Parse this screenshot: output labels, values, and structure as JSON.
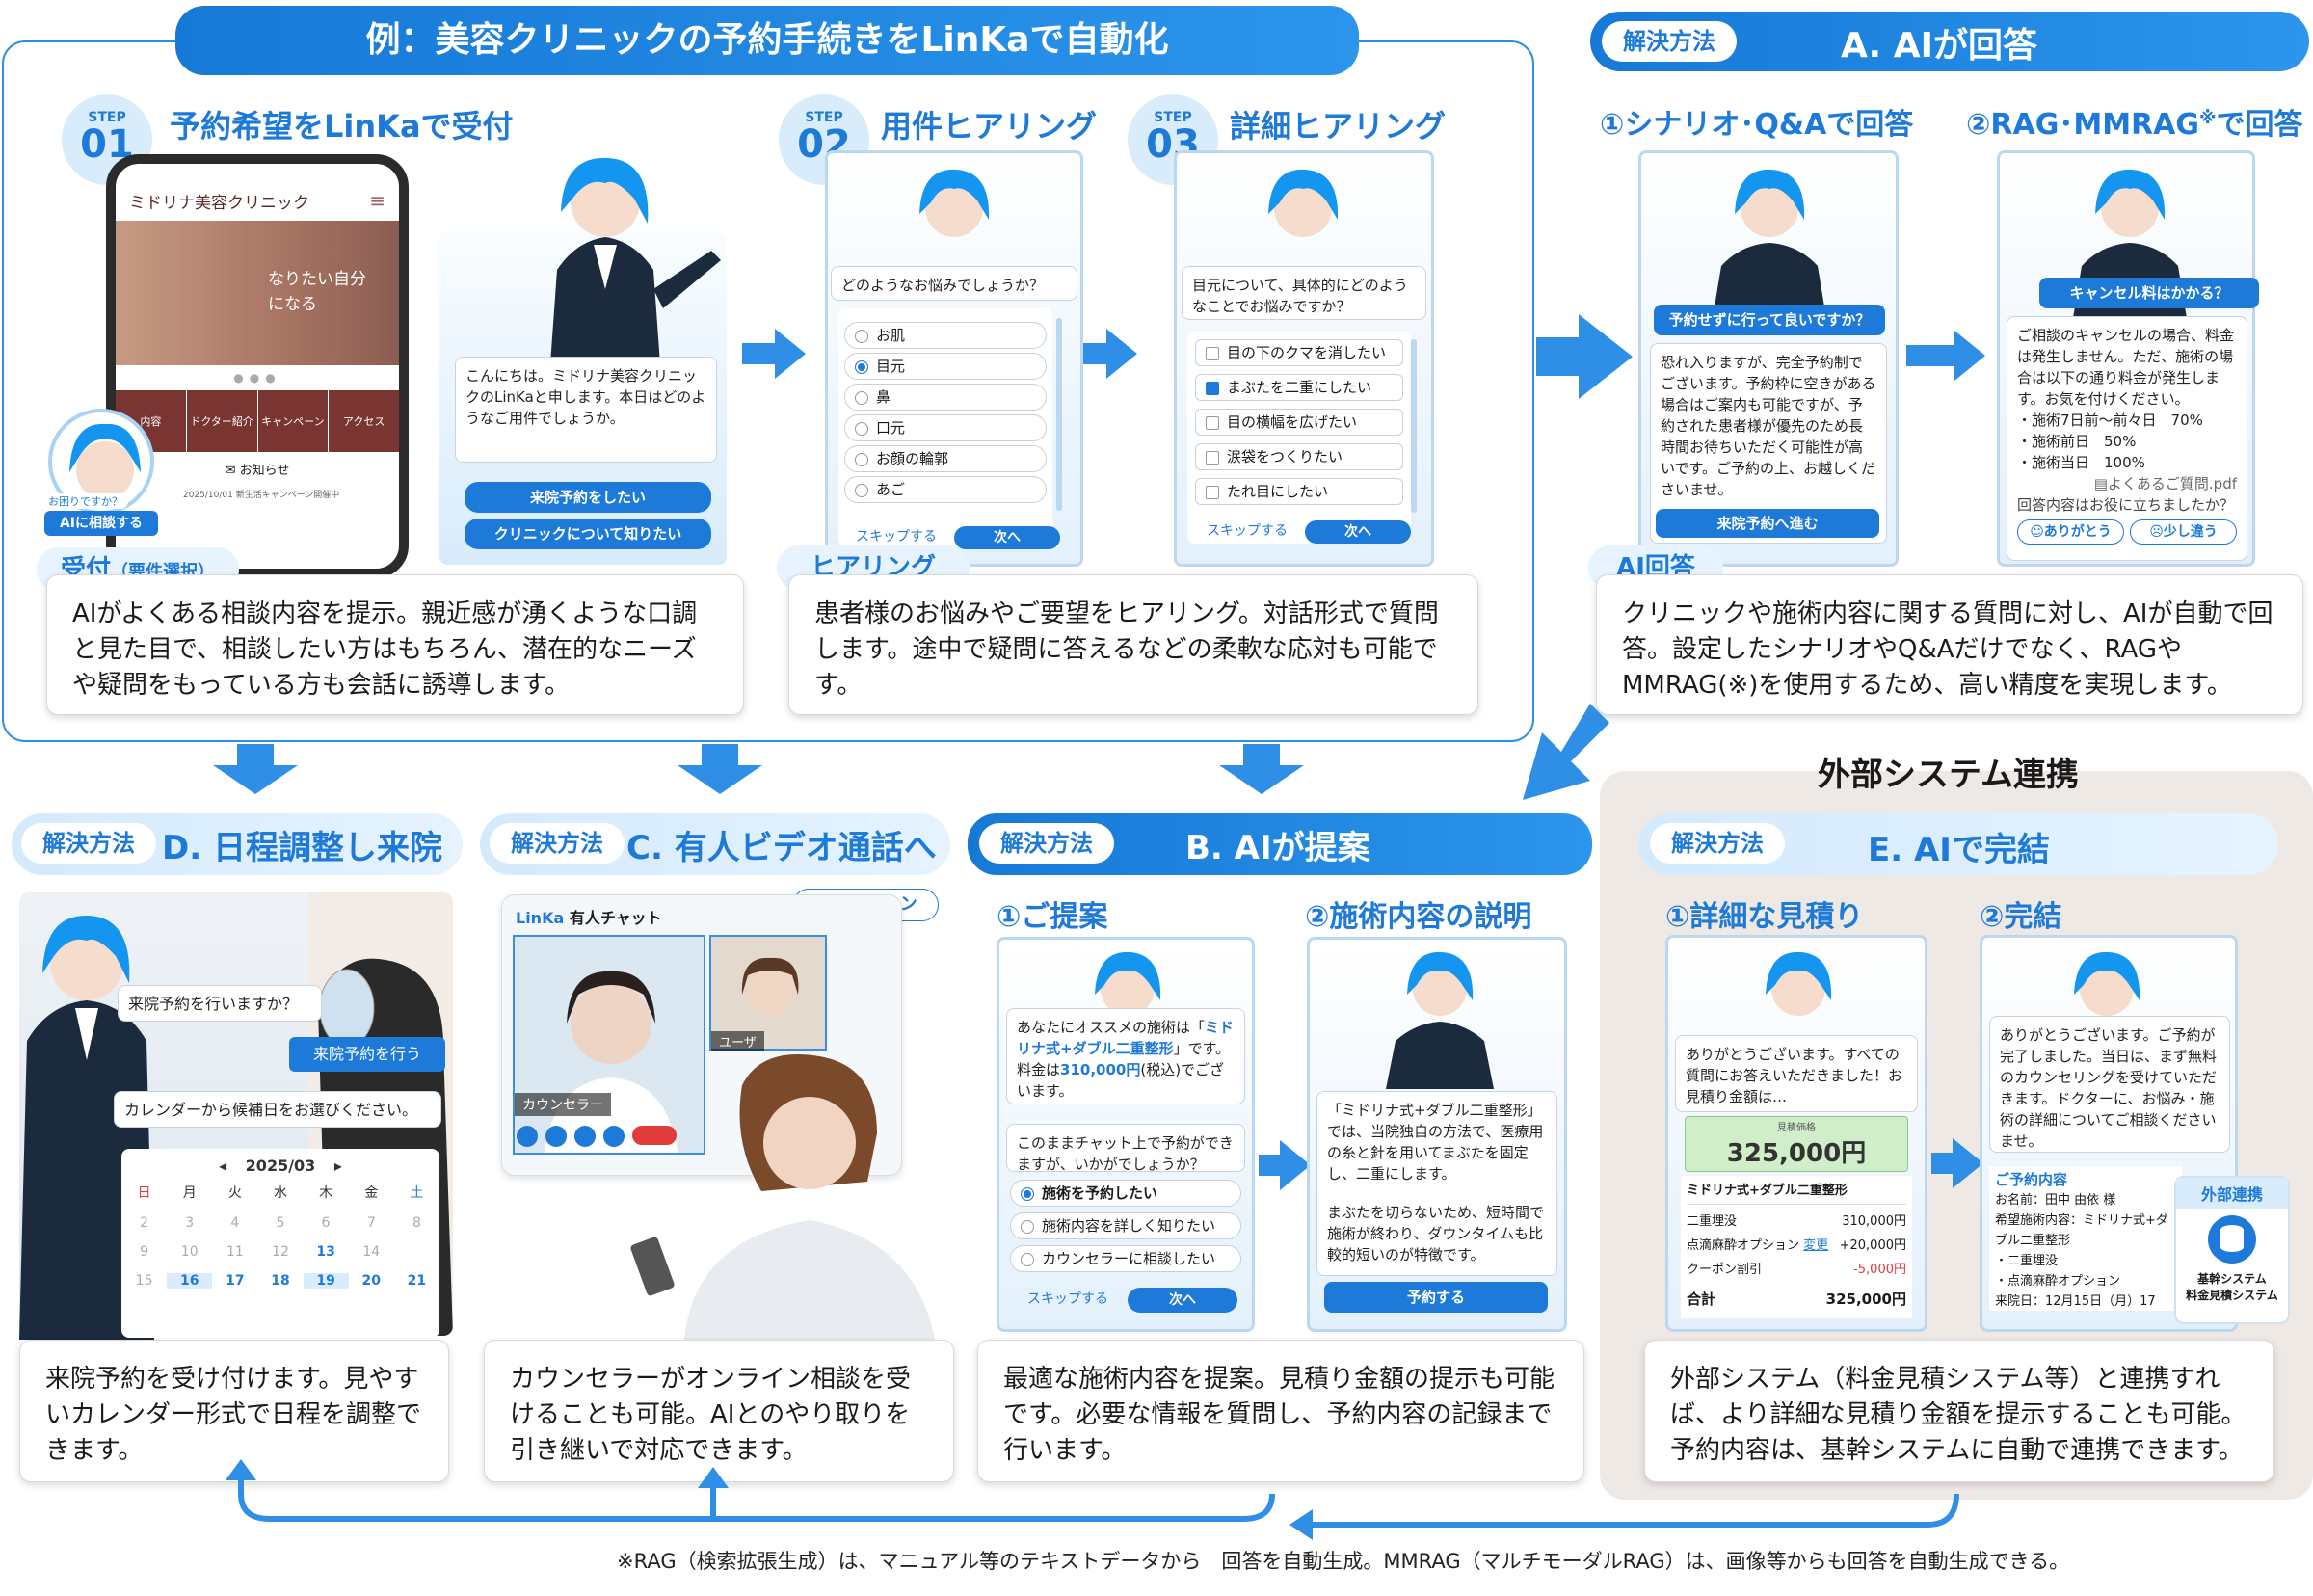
{
  "main_title": "例：美容クリニックの予約手続きをLinKaで自動化",
  "step_label": "STEP",
  "step1": {
    "num": "01",
    "title": "予約希望をLinKaで受付",
    "tag": "受付",
    "tag_sub": "（要件選択）",
    "desc": "AIがよくある相談内容を提示。親近感が湧くような口調と見た目で、相談したい方はもちろん、潜在的なニーズや疑問をもっている方も会話に誘導します。"
  },
  "phone": {
    "clinic": "ミドリナ美容クリニック",
    "hero": "なりたい自分になる",
    "menu": [
      "内容",
      "ドクター紹介",
      "キャンペーン",
      "アクセス"
    ],
    "news": "お知らせ",
    "news_date": "2025/10/01",
    "news_text": "新生活キャンペーン開催中",
    "consult_tag": "お困りですか？",
    "ai_consult": "AIに相談する"
  },
  "greet": {
    "text": "こんにちは。ミドリナ美容クリニックのLinKaと申します。本日はどのようなご用件でしょうか。",
    "btn1": "来院予約をしたい",
    "btn2": "クリニックについて知りたい"
  },
  "step2": {
    "num": "02",
    "title": "用件ヒアリング",
    "question": "どのようなお悩みでしょうか？",
    "options": [
      "お肌",
      "目元",
      "鼻",
      "口元",
      "お顔の輪郭",
      "あご"
    ],
    "skip": "スキップする",
    "next": "次へ",
    "tag": "ヒアリング",
    "desc": "患者様のお悩みやご要望をヒアリング。対話形式で質問します。途中で疑問に答えるなどの柔軟な応対も可能です。"
  },
  "step3": {
    "num": "03",
    "title": "詳細ヒアリング",
    "question": "目元について、具体的にどのようなことでお悩みですか？",
    "options": [
      "目の下のクマを消したい",
      "まぶたを二重にしたい",
      "目の横幅を広げたい",
      "涙袋をつくりたい",
      "たれ目にしたい"
    ],
    "skip": "スキップする",
    "next": "次へ"
  },
  "solA": {
    "tag": "解決方法",
    "title": "A. AIが回答",
    "sub1": "①シナリオ･Q&Aで回答",
    "sub2_a": "②RAG･MMRAG",
    "sub2_mark": "※",
    "sub2_b": "で回答",
    "q1": "予約せずに行って良いですか？",
    "a1": "恐れ入りますが、完全予約制でございます。予約枠に空きがある場合はご案内も可能ですが、予約された患者様が優先のため長時間お待ちいただく可能性が高いです。ご予約の上、お越しくださいませ。",
    "a1_btn": "来院予約へ進む",
    "q2": "キャンセル料はかかる？",
    "a2": "ご相談のキャンセルの場合、料金は発生しません。ただ、施術の場合は以下の通り料金が発生します。お気を付けください。",
    "a2_list": [
      "・施術7日前〜前々日　70%",
      "・施術前日　50%",
      "・施術当日　100%"
    ],
    "a2_file": "よくあるご質問.pdf",
    "a2_ask": "回答内容はお役に立ちましたか？",
    "a2_yes": "ありがとう",
    "a2_no": "少し違う",
    "ai_tag": "AI回答",
    "desc": "クリニックや施術内容に関する質問に対し、AIが自動で回答。設定したシナリオやQ&Aだけでなく、RAGやMMRAG(※)を使用するため、高い精度を実現します。"
  },
  "ext_title": "外部システム連携",
  "solB": {
    "tag": "解決方法",
    "title": "B. AIが提案",
    "sub1": "①ご提案",
    "sub2": "②施術内容の説明",
    "p1_a": "あなたにオススメの施術は「",
    "p1_b": "ミドリナ式+ダブル二重整形",
    "p1_c": "」です。料金は",
    "p1_d": "310,000円",
    "p1_e": "(税込)でございます。",
    "q": "このままチャット上で予約ができますが、いかがでしょうか？",
    "options": [
      "施術を予約したい",
      "施術内容を詳しく知りたい",
      "カウンセラーに相談したい"
    ],
    "skip": "スキップする",
    "next": "次へ",
    "p2": "「ミドリナ式+ダブル二重整形」では、当院独自の方法で、医療用の糸と針を用いてまぶたを固定し、二重にします。",
    "p2b": "まぶたを切らないため、短時間で施術が終わり、ダウンタイムも比較的短いのが特徴です。",
    "p2_btn": "予約する",
    "desc": "最適な施術内容を提案。見積り金額の提示も可能です。必要な情報を質問し、予約内容の記録まで行います。"
  },
  "solC": {
    "tag": "解決方法",
    "title": "C. 有人ビデオ通話へ",
    "option": "※オプション",
    "chat_logo": "LinKa",
    "chat_title": "有人チャット",
    "counselor": "カウンセラー",
    "user": "ユーザ",
    "desc": "カウンセラーがオンライン相談を受けることも可能。AIとのやり取りを引き継いで対応できます。"
  },
  "solD": {
    "tag": "解決方法",
    "title": "D. 日程調整し来院",
    "q": "来院予約を行いますか？",
    "a": "来院予約を行う",
    "cal_msg": "カレンダーから候補日をお選びください。",
    "month": "2025/03",
    "weekdays": [
      "日",
      "月",
      "火",
      "水",
      "木",
      "金",
      "土"
    ],
    "rows": [
      [
        "",
        "",
        "",
        "",
        "",
        "",
        ""
      ],
      [
        "2",
        "3",
        "4",
        "5",
        "6",
        "7",
        "8"
      ],
      [
        "9",
        "10",
        "11",
        "12",
        "13",
        "14",
        ""
      ],
      [
        "15",
        "16",
        "17",
        "18",
        "19",
        "20",
        "21"
      ]
    ],
    "desc": "来院予約を受け付けます。見やすいカレンダー形式で日程を調整できます。"
  },
  "solE": {
    "tag": "解決方法",
    "title": "E. AIで完結",
    "sub1": "①詳細な見積り",
    "sub2": "②完結",
    "e1_msg": "ありがとうございます。すべての質問にお答えいただきました！お見積り金額は…",
    "price_label": "見積価格",
    "price": "325,000円",
    "plan": "ミドリナ式+ダブル二重整形",
    "items": [
      {
        "name": "二重埋没",
        "price": "310,000円"
      },
      {
        "name": "点滴麻酔オプション",
        "change": "変更",
        "price": "+20,000円"
      },
      {
        "name": "クーポン割引",
        "price": "-5,000円"
      }
    ],
    "total_label": "合計",
    "total": "325,000円",
    "e2_msg": "ありがとうございます。ご予約が完了しました。当日は、まず無料のカウンセリングを受けていただきます。ドクターに、お悩み・施術の詳細についてご相談くださいませ。",
    "confirm_title": "ご予約内容",
    "confirm": [
      "お名前：田中 由依 様",
      "希望施術内容：ミドリナ式+ダブル二重整形",
      "・二重埋没",
      "・点滴麻酔オプション",
      "来院日：12月15日（月）17"
    ],
    "ext_badge": "外部連携",
    "ext_sys": "基幹システム",
    "ext_sys2": "料金見積システム",
    "desc": "外部システム（料金見積システム等）と連携すれば、より詳細な見積り金額を提示することも可能。予約内容は、基幹システムに自動で連携できます。"
  },
  "footnote": "※RAG（検索拡張生成）は、マニュアル等のテキストデータから　回答を自動生成。MMRAG（マルチモーダルRAG）は、画像等からも回答を自動生成できる。"
}
